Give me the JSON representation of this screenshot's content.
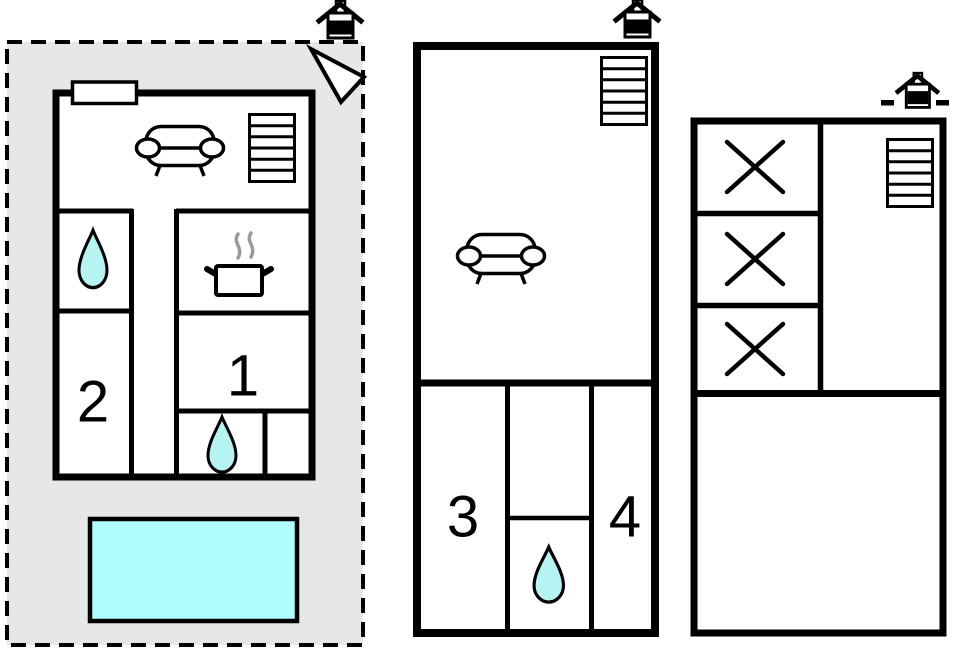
{
  "palette": {
    "page_background": "#ffffff",
    "parcel_fill": "#e7e7e7",
    "line": "#000000",
    "water_drop_fill": "#b6f4f4",
    "pool_fill": "#b0fdfd",
    "steam": "#9a9a9a"
  },
  "rooms": {
    "room1_label": "1",
    "room2_label": "2",
    "room3_label": "3",
    "room4_label": "4"
  },
  "icons": {
    "entrance": "house-icon",
    "north": "north-arrow-icon",
    "stairs": "stairs-icon",
    "sofa": "sofa-icon",
    "water": "water-drop-icon",
    "stove": "stove-pot-icon",
    "bed": "x-mark-icon",
    "pool": "pool-rect",
    "window": "window-rect"
  }
}
